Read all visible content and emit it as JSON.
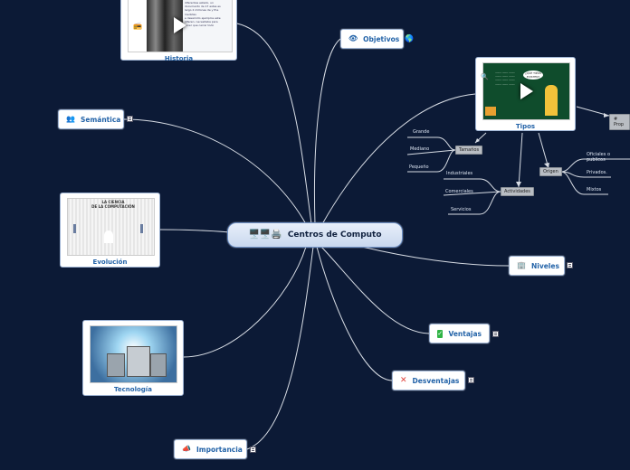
{
  "center": {
    "title": "Centros de Computo"
  },
  "nodes": {
    "objetivos": "Objetivos",
    "semantica": "Semántica",
    "historia": "Historia",
    "evolucion": "Evolución",
    "tecnologia": "Tecnología",
    "importancia": "Importancia",
    "tipos": "Tipos",
    "niveles": "Niveles",
    "ventajas": "Ventajas",
    "desventajas": "Desventajas",
    "propiedades": "# Prop"
  },
  "tipos_branch": {
    "tamanos": {
      "label": "Tamaños",
      "items": [
        "Grande",
        "Mediano",
        "Pequeño"
      ]
    },
    "actividades": {
      "label": "Actividades",
      "items": [
        "Industriales",
        "Comerciales",
        "Servicios"
      ]
    },
    "origen": {
      "label": "Origen",
      "items": [
        "Oficiales o publicos",
        "Privados.",
        "Mixtos"
      ]
    }
  },
  "thumb_text": {
    "historia_lines": [
      "diferentes estado, un",
      "documento de 17 estas es",
      "largo 2 millones de y the",
      "medidas",
      "e desarrollo ejemplos este",
      "diferen. necesitaba para",
      "tener que cerrar todo"
    ],
    "evolucion_title": "LA CIENCIA\nDE LA COMPUTACIÓN",
    "tipos_bubble": "¿QUÉ TIPOS EXISTEN?"
  },
  "colors": {
    "background": "#0c1a36",
    "connector": "#d7dce4",
    "node_text": "#2363a8",
    "center_fill": "#dfe8f6"
  },
  "icons": {
    "objetivos": "eye-icon",
    "semantica": "people-icon",
    "niveles": "building-icon",
    "ventajas": "checkmark-icon",
    "desventajas": "x-mark-icon",
    "importancia": "megaphone-icon",
    "center": "computers-icon"
  }
}
